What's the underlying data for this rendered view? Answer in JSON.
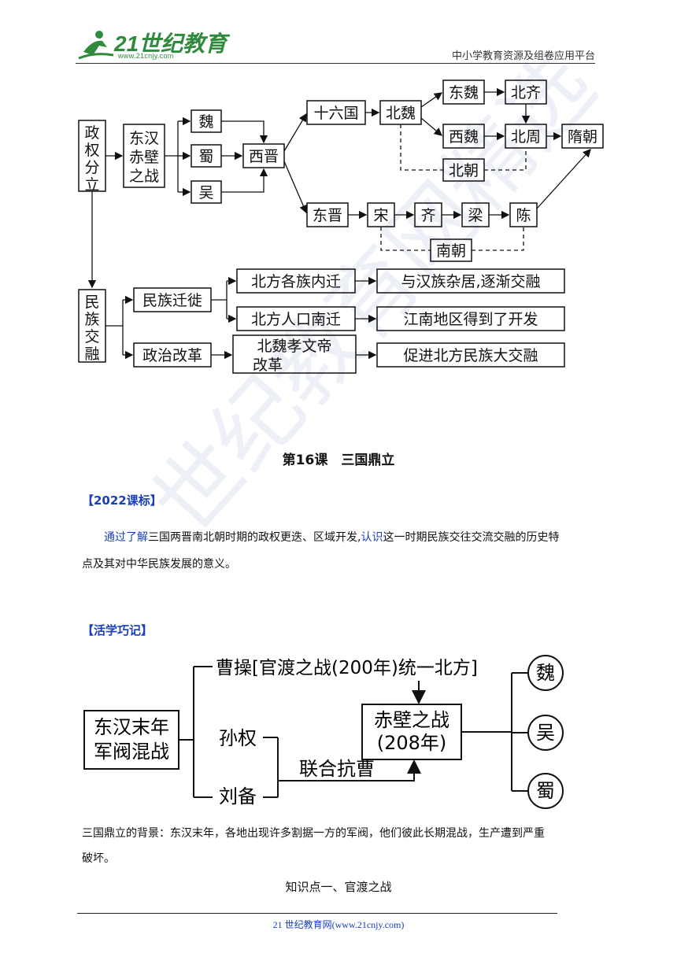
{
  "header": {
    "logo_text": "21世纪教育",
    "logo_url": "www.21cnjy.com",
    "right_text": "中小学教育资源及组卷应用平台"
  },
  "diagram1": {
    "zhengquan_fenli": [
      "政",
      "权",
      "分",
      "立"
    ],
    "minzu_jiaorong": [
      "民",
      "族",
      "交",
      "融"
    ],
    "donghan_chibi": [
      "东汉",
      "赤壁",
      "之战"
    ],
    "wei": "魏",
    "shu": "蜀",
    "wu": "吴",
    "xijin": "西晋",
    "shiliuguo": "十六国",
    "beiwei": "北魏",
    "dongwei": "东魏",
    "beiqi": "北齐",
    "xiwei": "西魏",
    "beizhou": "北周",
    "suichao": "隋朝",
    "beichao": "北朝",
    "dongjin": "东晋",
    "song": "宋",
    "qi": "齐",
    "liang": "梁",
    "chen": "陈",
    "nanchao": "南朝",
    "minzu_qianxi": "民族迁徙",
    "zhengzhi_gaige": "政治改革",
    "beifang_neiqian": "北方各族内迁",
    "beifang_nanqian": "北方人口南迁",
    "xiaowendi": [
      "北魏孝文帝",
      "改革"
    ],
    "zaju": "与汉族杂居,逐渐交融",
    "jiangnan": "江南地区得到了开发",
    "cujin": "促进北方民族大交融"
  },
  "lesson": {
    "title": "第16课　三国鼎立",
    "curriculum_head": "【2022课标】",
    "curriculum_p1_blue1": "通过了解",
    "curriculum_p1_a": "三国两晋南北朝时期的政权更迭、区域开发,",
    "curriculum_p1_blue2": "认识",
    "curriculum_p1_b": "这一时期民族交往交流交融的历史特",
    "curriculum_p2": "点及其对中华民族发展的意义。",
    "memory_head": "【活学巧记】"
  },
  "diagram2": {
    "donghan_mo": [
      "东汉末年",
      "军阀混战"
    ],
    "caocao": "曹操[官渡之战(200年)统一北方]",
    "sunquan": "孙权",
    "liubei": "刘备",
    "lianhe": "联合抗曹",
    "chibi": [
      "赤壁之战",
      "(208年)"
    ],
    "wei": "魏",
    "wu": "吴",
    "shu": "蜀"
  },
  "background_p1": "三国鼎立的背景：东汉末年，各地出现许多割据一方的军阀，他们彼此长期混战，生产遭到严重",
  "background_p2": "破坏。",
  "knowledge_point": "知识点一、官渡之战",
  "footer": "21 世纪教育网(www.21cnjy.com)",
  "colors": {
    "accent_blue": "#1a40b8",
    "logo_green": "#2f8a3d"
  }
}
